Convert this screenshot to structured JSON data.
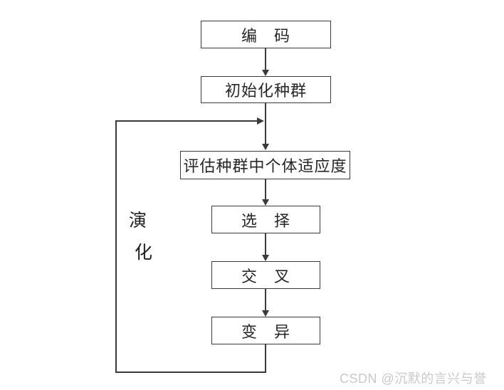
{
  "flowchart": {
    "title": "genetic-algorithm-flow",
    "nodes": [
      {
        "id": "encode",
        "label": "编　码"
      },
      {
        "id": "init",
        "label": "初始化种群"
      },
      {
        "id": "evaluate",
        "label": "评估种群中个体适应度"
      },
      {
        "id": "select",
        "label": "选　择"
      },
      {
        "id": "crossover",
        "label": "交　叉"
      },
      {
        "id": "mutate",
        "label": "变　异"
      }
    ],
    "edges": [
      {
        "from": "encode",
        "to": "init"
      },
      {
        "from": "init",
        "to": "evaluate"
      },
      {
        "from": "evaluate",
        "to": "select"
      },
      {
        "from": "select",
        "to": "crossover"
      },
      {
        "from": "crossover",
        "to": "mutate"
      },
      {
        "from": "mutate",
        "to": "evaluate",
        "kind": "feedback-loop"
      }
    ],
    "loop_label": {
      "char1": "演",
      "char2": "化"
    },
    "colors": {
      "background": "#ffffff",
      "line": "#3a3a3a",
      "node_border": "#3a3a3a",
      "text": "#262626",
      "watermark": "#c9c9c9"
    }
  },
  "watermark": {
    "text": "CSDN @沉默的言兴与誉"
  }
}
